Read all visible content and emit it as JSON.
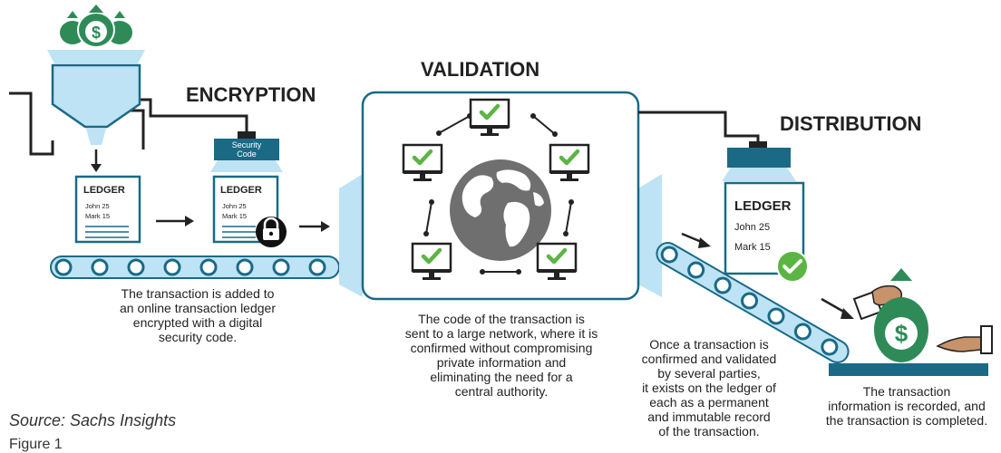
{
  "colors": {
    "teal_light": "#bde3f4",
    "teal_dark": "#1a6a86",
    "dark": "#222222",
    "green_check": "#5bb544",
    "money_green": "#2e8b57",
    "globe_gray": "#6f6f6f"
  },
  "steps": {
    "encryption": {
      "title": "ENCRYPTION",
      "security_label_line1": "Security",
      "security_label_line2": "Code",
      "caption": [
        "The transaction is added to",
        "an online transaction ledger",
        "encrypted with a digital",
        "security code."
      ]
    },
    "validation": {
      "title": "VALIDATION",
      "caption": [
        "The code of the transaction is",
        "sent to a large network, where it is",
        "confirmed without compromising",
        "private information and",
        "eliminating the need for a",
        "central authority."
      ]
    },
    "distribution": {
      "title": "DISTRIBUTION",
      "caption": [
        "Once a transaction is",
        "confirmed and validated",
        "by several parties,",
        "it exists on the ledger of",
        "each as a permanent",
        "and immutable record",
        "of the transaction."
      ]
    },
    "completion": {
      "caption": [
        "The transaction",
        "information is recorded, and",
        "the transaction is completed."
      ]
    }
  },
  "ledger": {
    "title": "LEDGER",
    "line1": "John 25",
    "line2": "Mark 15"
  },
  "money_symbol": "$",
  "footer": {
    "source": "Source: Sachs Insights",
    "figure": "Figure 1"
  }
}
